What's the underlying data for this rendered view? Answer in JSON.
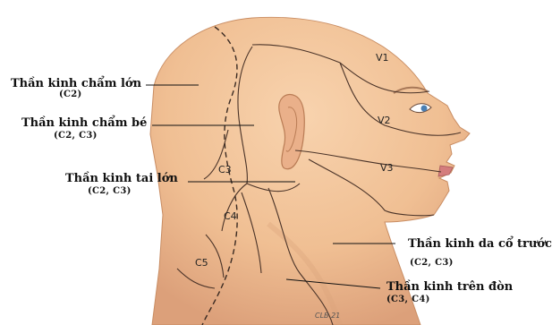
{
  "labels": {
    "greater_occipital": {
      "name": "Thần kinh chẩm lớn",
      "roots": "(C2)"
    },
    "lesser_occipital": {
      "name": "Thần kinh chẩm bé",
      "roots": "(C2, C3)"
    },
    "great_auricular": {
      "name": "Thần kinh tai lớn",
      "roots": "(C2, C3)"
    },
    "transverse_cervical": {
      "name": "Thần kinh da cổ trước",
      "roots": "(C2, C3)"
    },
    "supraclavicular": {
      "name": "Thần kinh trên đòn",
      "roots": "(C3, C4)"
    }
  },
  "zones": {
    "v1": "V1",
    "v2": "V2",
    "v3": "V3",
    "c3": "C3",
    "c4": "C4",
    "c5": "C5"
  },
  "signature": "CLB 21",
  "colors": {
    "skin": "#f1c196",
    "skin_shadow": "#d99e74",
    "line": "#4a3328"
  }
}
